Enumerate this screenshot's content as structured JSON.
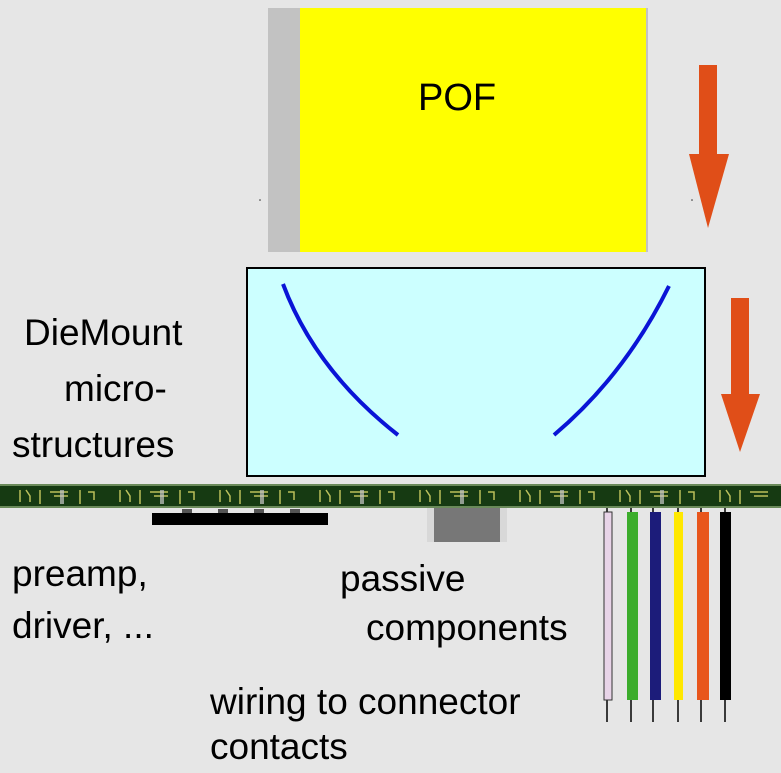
{
  "labels": {
    "pof": "POF",
    "diemount_line1": "DieMount",
    "diemount_line2": "micro-",
    "diemount_line3": "structures",
    "preamp_line1": "preamp,",
    "preamp_line2": "driver, ...",
    "passive_line1": "passive",
    "passive_line2": "components",
    "wiring_line1": "wiring to connector",
    "wiring_line2": "contacts"
  },
  "colors": {
    "background": "#e6e6e6",
    "pof_core": "#ffff00",
    "pof_cladding": "#c2c2c2",
    "diemount_fill": "#ccffff",
    "microstructure_curve": "#0a14d6",
    "arrow": "#e04e18",
    "pcb": "#163a12",
    "wires": [
      "#e8d4e8",
      "#3cad2c",
      "#1c1c7a",
      "#ffe800",
      "#e8561c",
      "#000000"
    ]
  },
  "icons": {
    "arrows": "down-arrow",
    "chip": "ic-chip",
    "passive": "smd-component"
  }
}
